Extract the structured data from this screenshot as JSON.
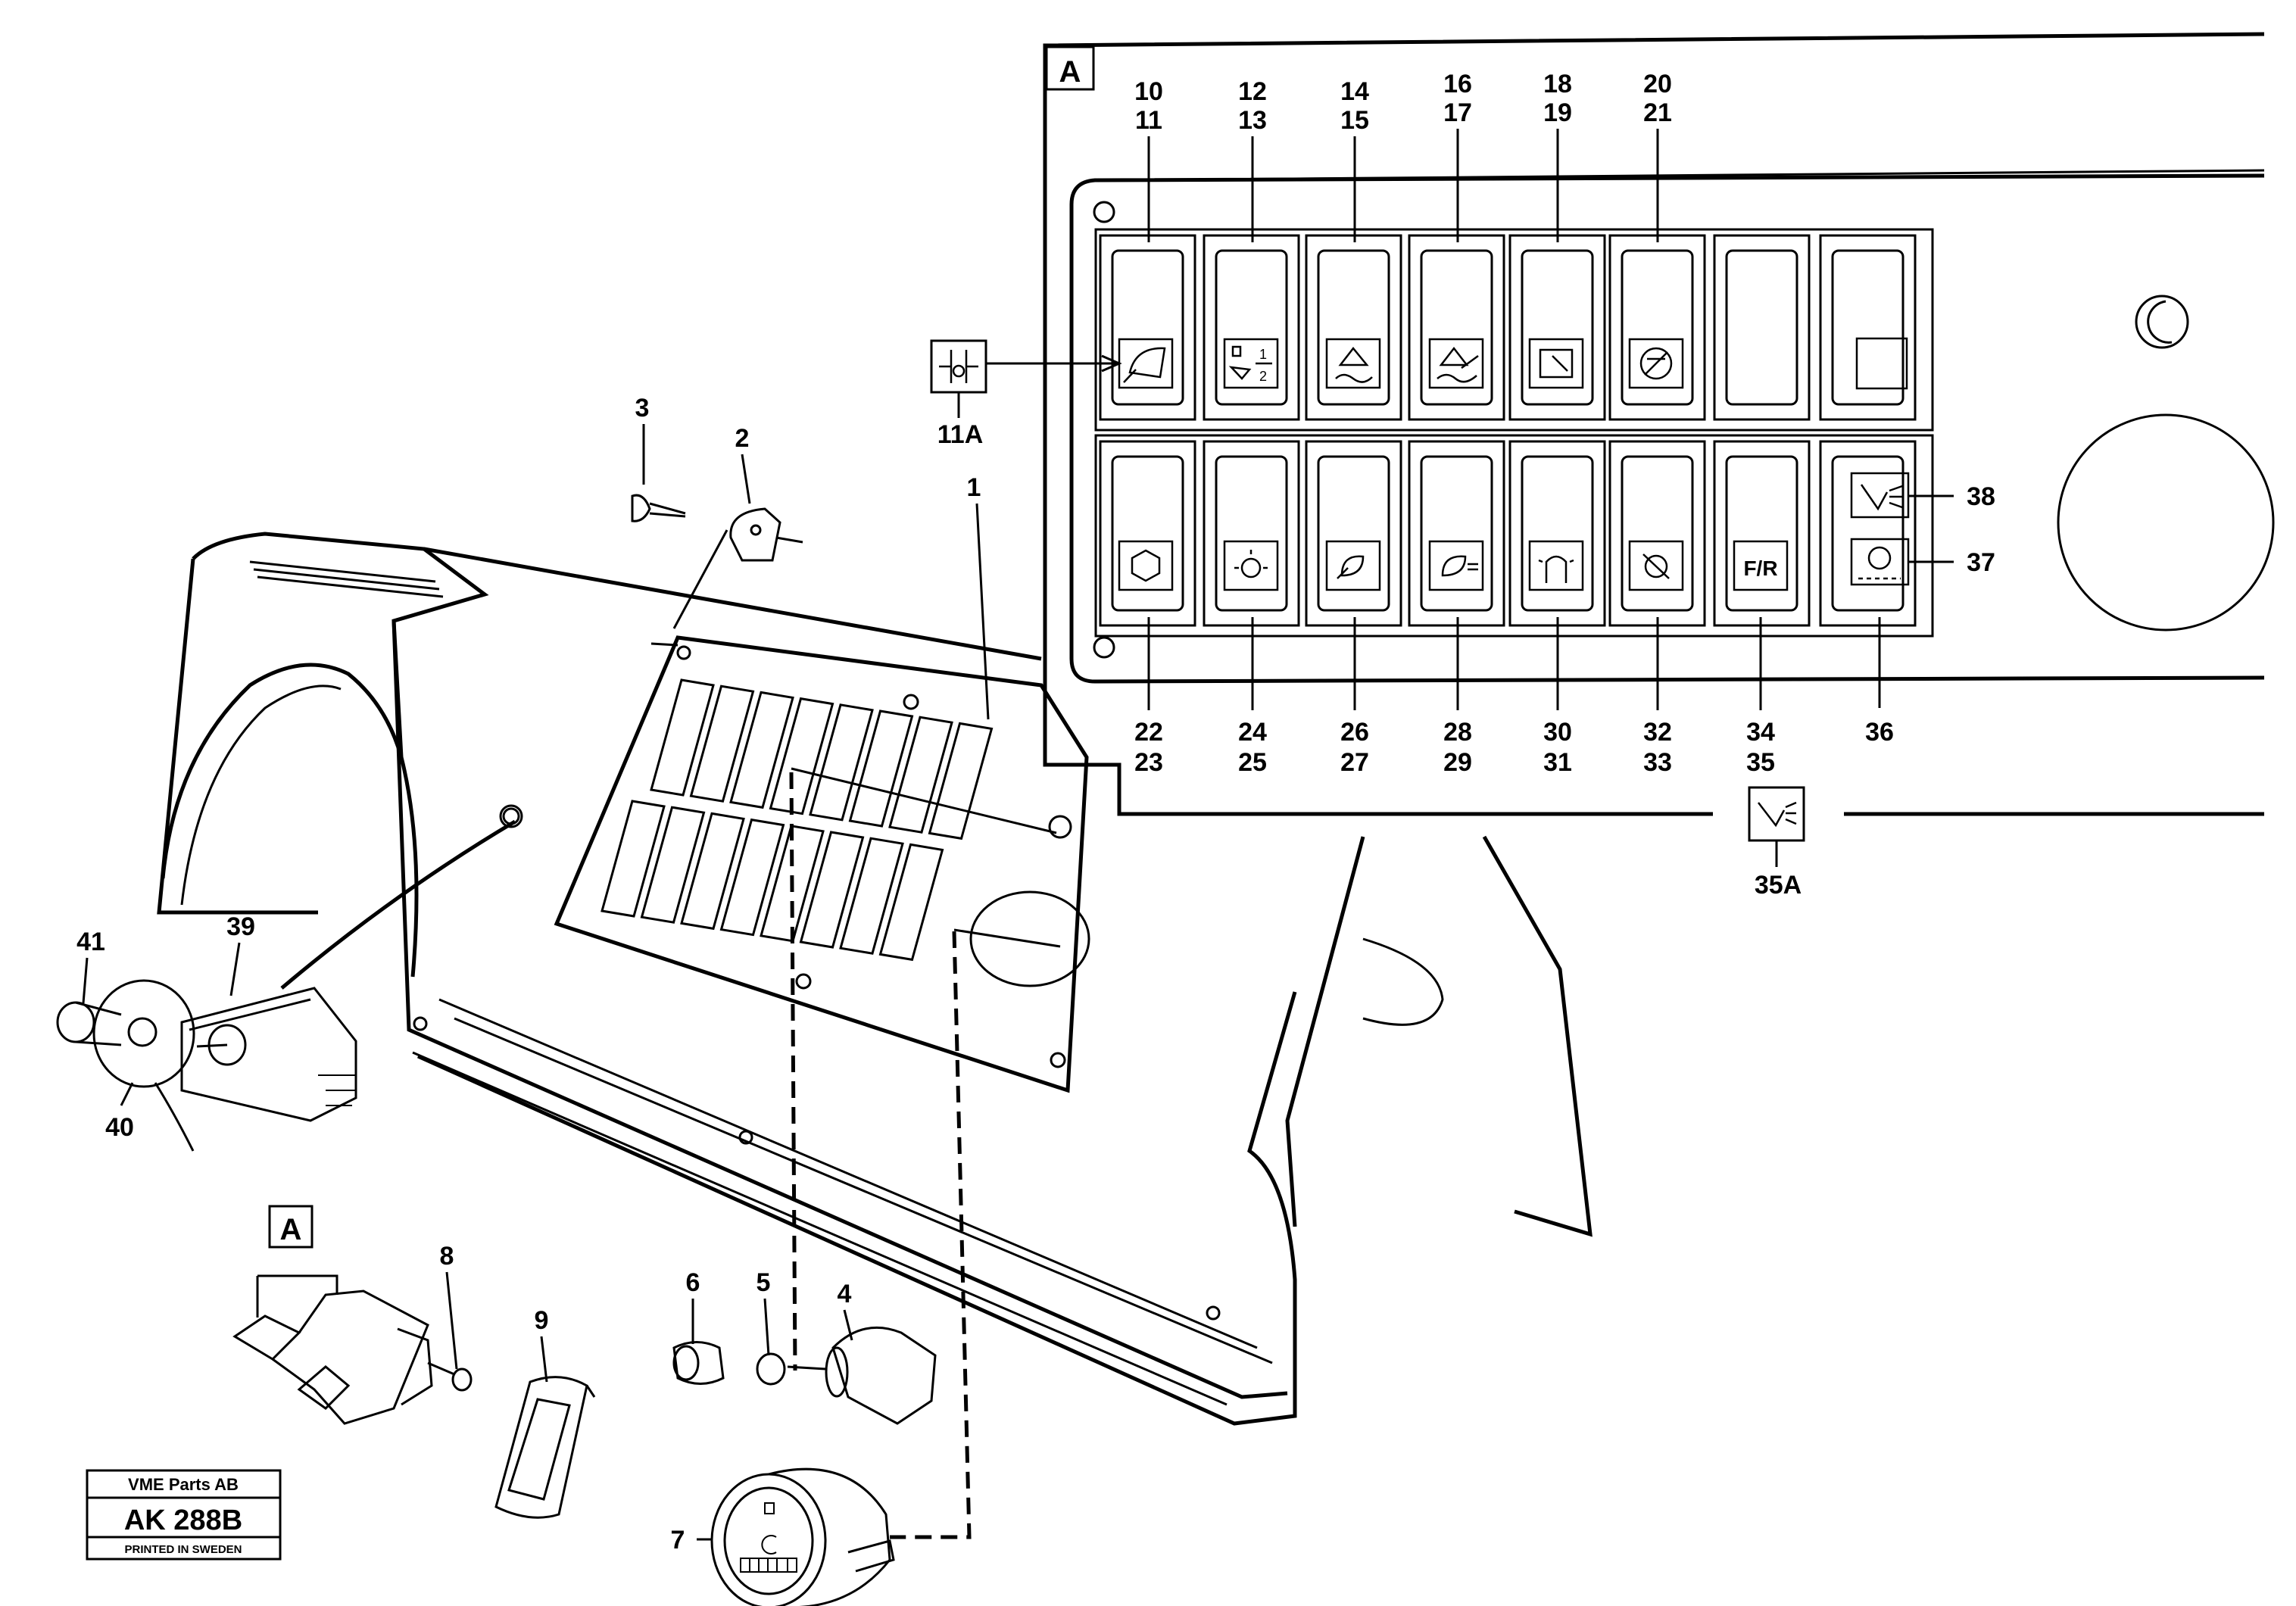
{
  "detail_view": {
    "label": "A",
    "top_row_labels": [
      [
        "10",
        "11"
      ],
      [
        "12",
        "13"
      ],
      [
        "14",
        "15"
      ],
      [
        "16",
        "17"
      ],
      [
        "18",
        "19"
      ],
      [
        "20",
        "21"
      ]
    ],
    "bottom_row_labels": [
      [
        "22",
        "23"
      ],
      [
        "24",
        "25"
      ],
      [
        "26",
        "27"
      ],
      [
        "28",
        "29"
      ],
      [
        "30",
        "31"
      ],
      [
        "32",
        "33"
      ],
      [
        "34",
        "35"
      ],
      [
        "36"
      ]
    ],
    "side_labels": [
      "38",
      "37"
    ],
    "switch_12_fraction_top": "1",
    "switch_12_fraction_bottom": "2",
    "switch_34_text": "F/R",
    "callouts": {
      "c11A": "11A",
      "c35A": "35A"
    }
  },
  "exploded_view": {
    "labels": {
      "l1": "1",
      "l2": "2",
      "l3": "3",
      "l4": "4",
      "l5": "5",
      "l6": "6",
      "l7": "7",
      "l8": "8",
      "l9": "9",
      "l39": "39",
      "l40": "40",
      "l41": "41"
    },
    "switch_ref_label": "A"
  },
  "stamp": {
    "company": "VME Parts AB",
    "code": "AK 288B",
    "printed": "PRINTED IN SWEDEN"
  }
}
